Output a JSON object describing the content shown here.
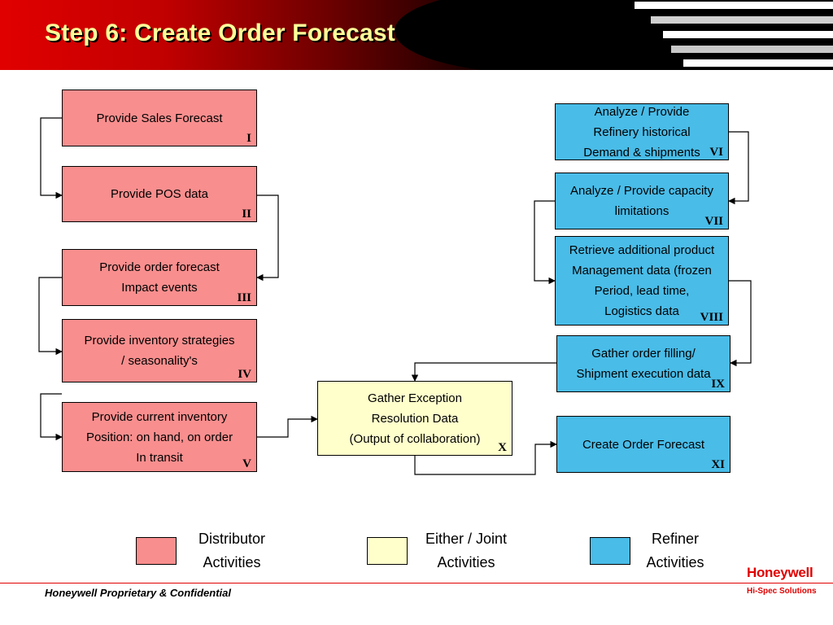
{
  "title": "Step 6: Create Order Forecast",
  "colors": {
    "distributor": "#f98e8e",
    "joint": "#ffffcc",
    "refiner": "#49bce8",
    "title_text": "#ffff99",
    "brand_red": "#e00000"
  },
  "steps": [
    {
      "label": "Provide Sales Forecast",
      "num": "I",
      "group": "distributor"
    },
    {
      "label": "Provide POS data",
      "num": "II",
      "group": "distributor"
    },
    {
      "label": "Provide order forecast\nImpact events",
      "num": "III",
      "group": "distributor"
    },
    {
      "label": "Provide inventory strategies\n/ seasonality's",
      "num": "IV",
      "group": "distributor"
    },
    {
      "label": "Provide current inventory\nPosition: on hand, on order\nIn transit",
      "num": "V",
      "group": "distributor"
    },
    {
      "label": "Analyze / Provide\nRefinery historical\nDemand & shipments",
      "num": "VI",
      "group": "refiner"
    },
    {
      "label": "Analyze / Provide capacity\nlimitations",
      "num": "VII",
      "group": "refiner"
    },
    {
      "label": "Retrieve additional product\nManagement data (frozen\nPeriod, lead time,\nLogistics data",
      "num": "VIII",
      "group": "refiner"
    },
    {
      "label": "Gather order filling/\nShipment execution data",
      "num": "IX",
      "group": "refiner"
    },
    {
      "label": "Gather Exception\nResolution Data\n(Output of collaboration)",
      "num": "X",
      "group": "joint"
    },
    {
      "label": "Create Order Forecast",
      "num": "XI",
      "group": "refiner"
    }
  ],
  "legend": [
    {
      "label": "Distributor\nActivities",
      "group": "distributor"
    },
    {
      "label": "Either / Joint\nActivities",
      "group": "joint"
    },
    {
      "label": "Refiner\nActivities",
      "group": "refiner"
    }
  ],
  "footer": {
    "confidential": "Honeywell Proprietary & Confidential",
    "logo": "Honeywell",
    "logo_sub": "Hi-Spec Solutions"
  }
}
